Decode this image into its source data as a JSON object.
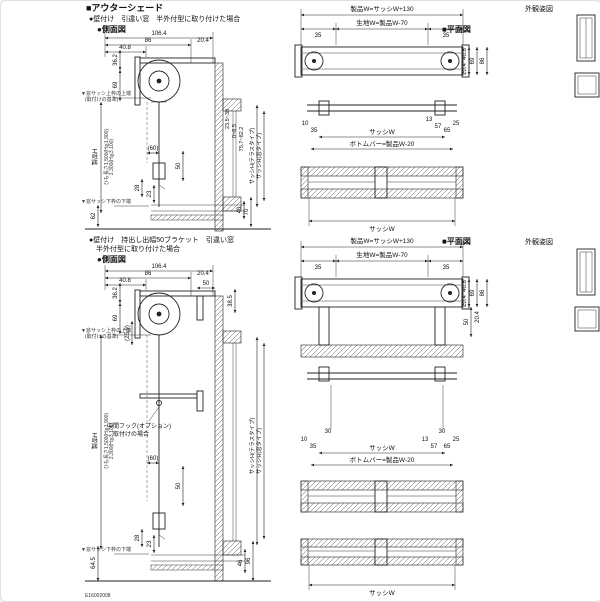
{
  "page": {
    "title": "■アウターシェード",
    "doc_code": "E16002008"
  },
  "top": {
    "case_line1": "●壁付け　引違い窓　半外付型に取り付けた場合",
    "side_view_label": "●側面図",
    "plan_view_label": "■平面図",
    "appearance_label": "外観姿図",
    "side": {
      "w_total": "106.4",
      "w_box": "86",
      "w_roll": "40.8",
      "w_back": "20.4",
      "h_top": "36.2",
      "h_box": "69",
      "ref_top1": "▼窓サッシ上枠の上端",
      "ref_top2": "(取付けの基準)",
      "product_h": "製品H",
      "cord_len1": "ひも長さ1,500(H≦1,900)",
      "cord_len2": "2,300(H≦3,100)",
      "adj1": "23.5~30",
      "adj2": "0~6.5",
      "adj3": "75.7~82.2",
      "cord_w": "(60)",
      "d50": "50",
      "d28": "28",
      "d23": "23",
      "d70": "70",
      "d40": "40",
      "d62": "62",
      "sash_h_terrace": "サッシH(テラスタイプ)",
      "sash_h_window": "サッシH(窓タイプ)",
      "ref_bottom": "▼窓サッシ下枠の下端"
    },
    "plan": {
      "product_w": "製品W=サッシW+130",
      "fabric_w": "生地W=製品W-70",
      "end_l": "35",
      "end_r": "35",
      "d408": "40.8",
      "d86": "86",
      "d69": "69",
      "d204": "20.4",
      "d10": "10",
      "d35": "35",
      "d25": "25",
      "d65": "65",
      "d13": "13",
      "d57": "57",
      "sash_w": "サッシW",
      "bottom_bar": "ボトムバー=製品W-20",
      "sash_w2": "サッシW"
    }
  },
  "bottom": {
    "case_line1": "●壁付け　持出し出幅50ブラケット　引違い窓",
    "case_line2": "半外付型に取り付けた場合",
    "side_view_label": "●側面図",
    "plan_view_label": "■平面図",
    "appearance_label": "外観姿図",
    "side": {
      "w_total": "106.4",
      "w_box": "86",
      "w_roll": "40.8",
      "w_back": "20.4",
      "h_top": "36.2",
      "h_box": "69",
      "h_ext": "(25.9)",
      "bracket_d": "50",
      "d385": "38.5",
      "ref_top1": "▼窓サッシ上枠の上端",
      "ref_top2": "(取付けの基準)",
      "product_h": "製品H",
      "cord_len1": "ひも長さ1,500(H≦1,900)",
      "cord_len2": "2,300(H≦3,100)",
      "hook_note1": "中間フック(オプション)",
      "hook_note2": "取付けの場合",
      "cord_w": "(60)",
      "d50": "50",
      "d28": "28",
      "d23": "23",
      "d96": "96",
      "d46": "46",
      "d645": "64.5",
      "sash_h_terrace": "サッシH(テラスタイプ)",
      "sash_h_window": "サッシH(窓タイプ)",
      "ref_bottom": "▼窓サッシ下枠の下端"
    },
    "plan": {
      "product_w": "製品W=サッシW+130",
      "fabric_w": "生地W=製品W-70",
      "end_l": "35",
      "end_r": "35",
      "d408": "40.8",
      "d86": "86",
      "d69": "69",
      "d204": "20.4",
      "d50": "50",
      "d204b": "20.4",
      "d30l": "30",
      "d30r": "30",
      "d10": "10",
      "d35": "35",
      "d25": "25",
      "d65": "65",
      "d13": "13",
      "d57": "57",
      "sash_w": "サッシW",
      "bottom_bar": "ボトムバー=製品W-20",
      "sash_w2": "サッシW"
    }
  }
}
